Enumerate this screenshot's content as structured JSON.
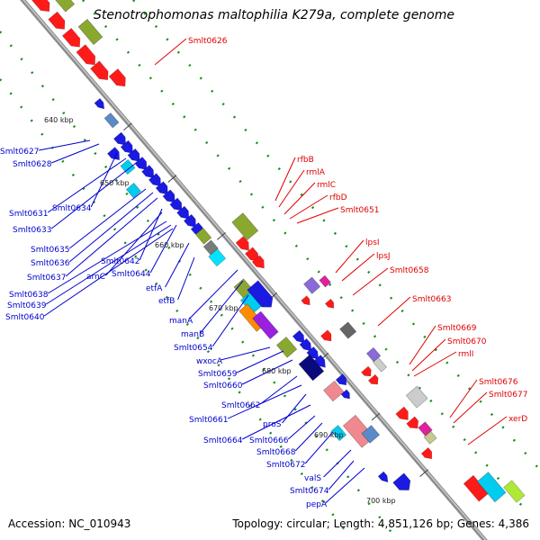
{
  "title": "Stenotrophomonas maltophilia K279a, complete genome",
  "accession": "Accession: NC_010943",
  "summary": "Topology: circular; Length: 4,851,126 bp; Genes: 4,386",
  "colors": {
    "forward_label": "#e00000",
    "reverse_label": "#0000cc",
    "backbone": "#8c8c8c",
    "tick": "#1a8a1a"
  },
  "ticks": [
    {
      "label": "640 kbp",
      "t": 0.0
    },
    {
      "label": "650 kbp",
      "t": 0.0
    },
    {
      "label": "660 kbp",
      "t": 0.0
    },
    {
      "label": "670 kbp",
      "t": 0.0
    },
    {
      "label": "680 kbp",
      "t": 0.0
    },
    {
      "label": "690 kbp",
      "t": 0.0
    },
    {
      "label": "700 kbp",
      "t": 0.0
    }
  ],
  "labels_forward": [
    "Smlt0626",
    "rfbB",
    "rmlA",
    "rmlC",
    "rfbD",
    "Smlt0651",
    "lpsI",
    "lpsJ",
    "Smlt0658",
    "Smlt0663",
    "Smlt0669",
    "Smlt0670",
    "rmlI",
    "Smlt0676",
    "Smlt0677",
    "xerD"
  ],
  "labels_reverse": [
    "Smlt0627",
    "Smlt0628",
    "Smlt0634",
    "Smlt0631",
    "Smlt0633",
    "Smlt0635",
    "Smlt0636",
    "Smlt0637",
    "Smlt0642",
    "arnC",
    "Smlt0644",
    "Smlt0638",
    "Smlt0639",
    "Smlt0640",
    "etfA",
    "etfB",
    "manA",
    "manB",
    "Smlt0654",
    "wxocA",
    "Smlt0659",
    "Smlt0660",
    "Smlt0662",
    "Smlt0661",
    "proS",
    "Smlt0664",
    "Smlt0666",
    "Smlt0668",
    "Smlt0672",
    "valS",
    "Smlt0674",
    "pepA"
  ]
}
